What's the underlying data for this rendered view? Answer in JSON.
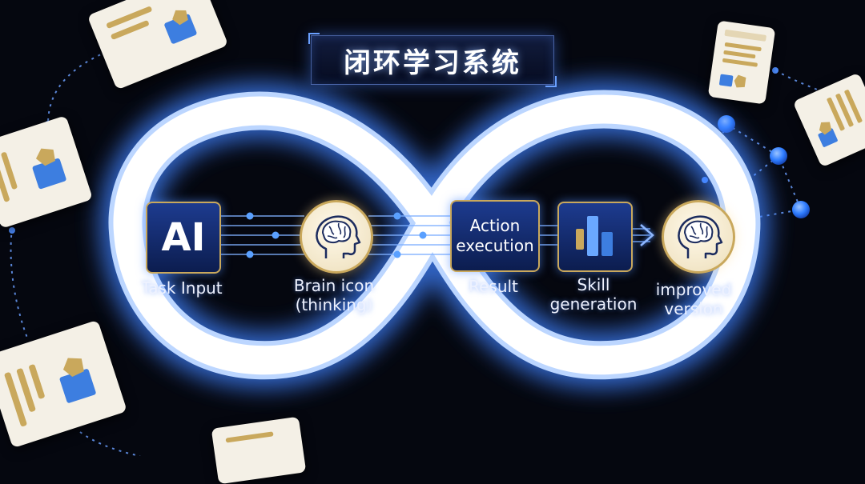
{
  "title": "闭环学习系统",
  "steps": {
    "ai_box_text": "AI",
    "task_input_label": "Task Input",
    "brain_label_line1": "Brain icon",
    "brain_label_line2": "(thinking)",
    "action_text_line1": "Action",
    "action_text_line2": "execution",
    "result_label": "Result",
    "skill_label_line1": "Skill",
    "skill_label_line2": "generation",
    "improved_label_line1": "improved",
    "improved_label_line2": "version"
  },
  "icons": {
    "loop": "infinity-loop-icon",
    "brain": "brain-head-icon",
    "skill": "bar-blocks-icon",
    "arrow": "double-arrow-icon",
    "card": "document-card-icon"
  },
  "colors": {
    "background": "#05070f",
    "glow": "#4a8cff",
    "loop_core": "#ffffff",
    "gold": "#c9a85c",
    "box_blue": "#1d3b8f",
    "node_blue": "#2f7dff",
    "card_paper": "#f4f0e6"
  }
}
